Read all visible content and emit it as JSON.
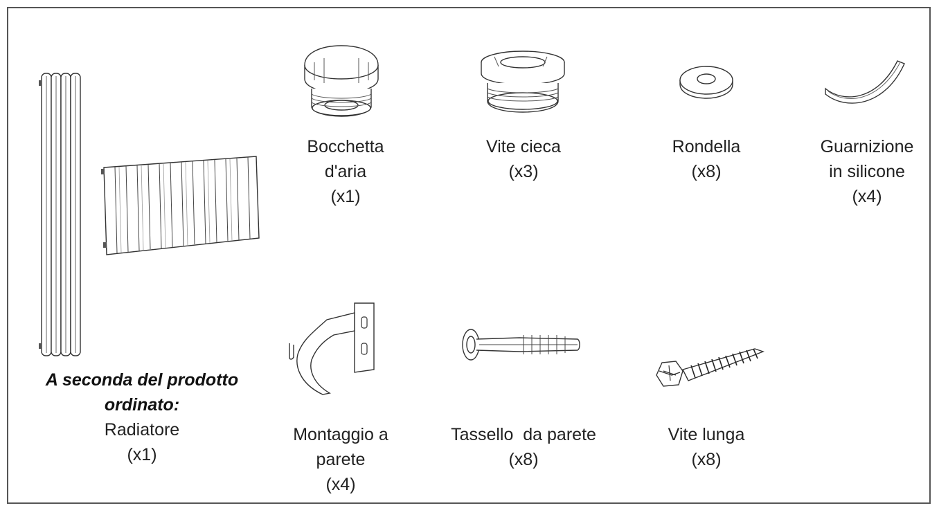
{
  "items": [
    {
      "id": "radiator",
      "note_line1": "A seconda del prodotto",
      "note_line2": "ordinato:",
      "name": "Radiatore",
      "qty": "(x1)"
    },
    {
      "id": "air-vent",
      "name_line1": "Bocchetta",
      "name_line2": "d'aria",
      "qty": "(x1)"
    },
    {
      "id": "blind-plug",
      "name": "Vite cieca",
      "qty": "(x3)"
    },
    {
      "id": "washer",
      "name": "Rondella",
      "qty": "(x8)"
    },
    {
      "id": "gasket",
      "name_line1": "Guarnizione",
      "name_line2": "in silicone",
      "qty": "(x4)"
    },
    {
      "id": "wall-bracket",
      "name_line1": "Montaggio a",
      "name_line2": "parete",
      "qty": "(x4)"
    },
    {
      "id": "wall-plug",
      "name": "Tassello  da parete",
      "qty": "(x8)"
    },
    {
      "id": "long-screw",
      "name": "Vite lunga",
      "qty": "(x8)"
    }
  ]
}
